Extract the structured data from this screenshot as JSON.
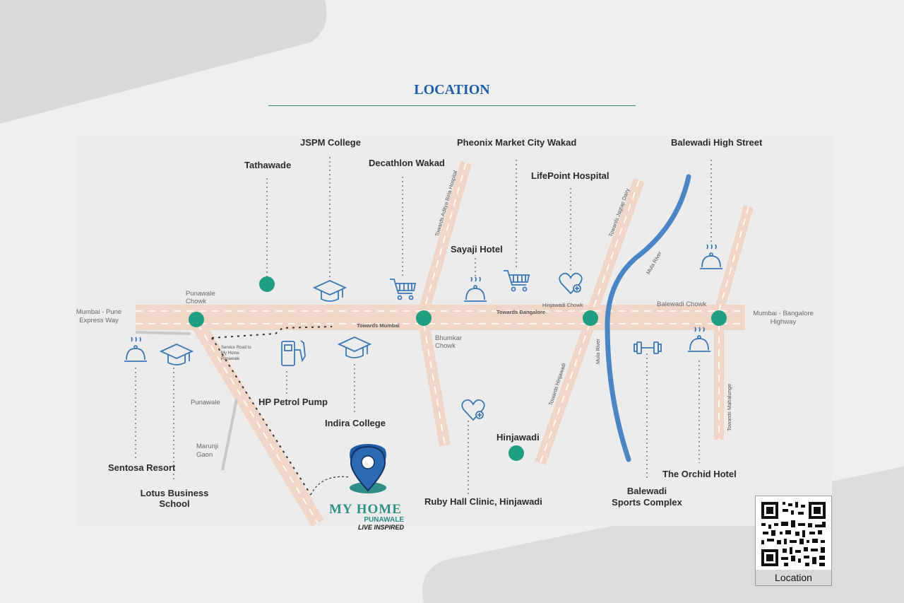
{
  "title": "LOCATION",
  "landmarks": {
    "jspm": "JSPM College",
    "pheonix": "Pheonix Market City Wakad",
    "balewadi_hs": "Balewadi High Street",
    "tathawade": "Tathawade",
    "decathlon": "Decathlon Wakad",
    "lifepoint": "LifePoint Hospital",
    "sayaji": "Sayaji Hotel",
    "hp_petrol": "HP Petrol Pump",
    "indira": "Indira College",
    "hinjawadi": "Hinjawadi",
    "sentosa": "Sentosa Resort",
    "lotus": "Lotus Business School",
    "ruby": "Ruby Hall Clinic, Hinjawadi",
    "orchid": "The Orchid Hotel",
    "balewadi_sc": "Balewadi Sports Complex"
  },
  "road_labels": {
    "mumbai_pune": "Mumbai - Pune Express Way",
    "mumbai_bangalore": "Mumbai - Bangalore Highway",
    "punawale_chowk": "Punawale Chowk",
    "bhumkar_chowk": "Bhumkar Chowk",
    "hinjawadi_chowk": "Hinjawadi Chowk",
    "balewadi_chowk": "Balewadi Chowk",
    "towards_bangalore": "Towards Bangalore",
    "towards_mumbai": "Towards Mumbai",
    "service_road": "Service Road to My Home Punawale",
    "punawale": "Punawale",
    "marunji": "Marunji Gaon",
    "towards_aditya": "Towards Aditya Birla Hospital",
    "towards_jagtap": "Towards Jagtap Dairy",
    "towards_hinjawadi": "Towards Hinjawadi",
    "mula_river": "Mula River",
    "towards_mahalunge": "Towards Mahalunge"
  },
  "brand": {
    "name": "MY HOME",
    "place": "PUNAWALE",
    "tagline": "LIVE INSPIRED"
  },
  "qr": {
    "label": "Location"
  },
  "icons": [
    "restaurant-cloche-icon",
    "graduation-cap-icon",
    "shopping-cart-icon",
    "heart-hospital-icon",
    "fuel-pump-icon",
    "dumbbell-icon",
    "map-pin-icon",
    "qr-code-icon"
  ],
  "colors": {
    "title": "#1f5ea8",
    "node": "#1f9e82",
    "road": "#f0d6c6",
    "river": "#4a86c5",
    "icon": "#3b78b5",
    "brand": "#2f8e86"
  }
}
